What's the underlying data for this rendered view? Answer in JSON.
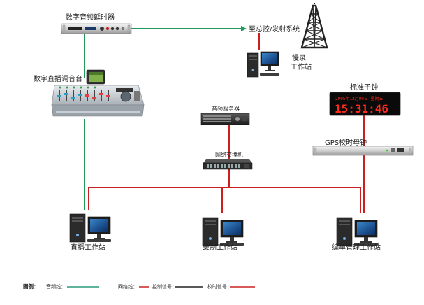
{
  "labels": {
    "delay_device": "数字音频延时器",
    "to_master": "至总控/发射系统",
    "slow_record_line1": "慢录",
    "slow_record_line2": "工作站",
    "console": "数字直播调音台",
    "audio_server": "音频服务器",
    "switch": "网络交换机",
    "std_clock": "标准子钟",
    "gps_clock": "GPS校时母钟",
    "ws_live": "直播工作站",
    "ws_record": "录制工作站",
    "ws_edit": "编单管理工作站"
  },
  "clock_display": {
    "date_text": "2005年12月09日 星期五",
    "time_text": "15:31:46"
  },
  "legend": {
    "title": "图例：",
    "items": [
      {
        "label": "音频线：",
        "color": "#2a9a78"
      },
      {
        "label": "网络线：",
        "color": "#cc2222"
      },
      {
        "label": "控制信号：",
        "color": "#222222"
      },
      {
        "label": "校时信号：",
        "color": "#cc2222"
      }
    ]
  },
  "colors": {
    "audio_line": "#1f9a5a",
    "network_line": "#cc1f1f",
    "tower": "#222222"
  }
}
